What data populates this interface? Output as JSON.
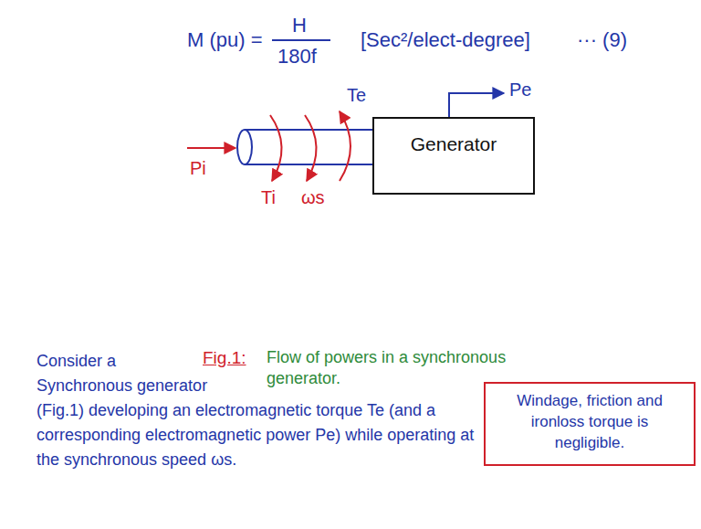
{
  "diagram": {
    "nodes": [
      {
        "text": [
          "Generator"
        ]
      },
      {
        "text": [
          "Windage, friction and ironloss torque is negligible."
        ]
      }
    ],
    "labels": [
      "M (pu) =",
      "H",
      "180f",
      "[Sec²/elect-degree]",
      "··· (9)",
      "Pe",
      "Te",
      "Pi",
      "Ti",
      "ωs",
      "Fig.1:",
      "Flow of powers in a synchronous generator.",
      "Consider a Synchronous generator (Fig.1) developing an electromagnetic torque Te (and a corresponding electromagnetic power Pe) while operating at the synchronous speed ωs."
    ]
  }
}
